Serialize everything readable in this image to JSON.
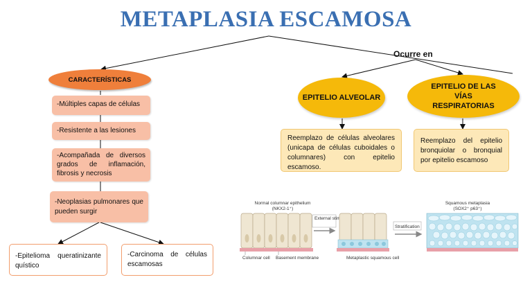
{
  "title": "METAPLASIA ESCAMOSA",
  "occurs_label": "Ocurre en",
  "characteristics": {
    "header": "CARACTERÍSTICAS",
    "items": [
      "-Múltiples capas de células",
      "-Resistente a las lesiones",
      "-Acompañada de diversos grados de inflamación, fibrosis y necrosis",
      "-Neoplasias pulmonares que pueden surgir"
    ],
    "neoplasms": [
      "-Epitelioma queratinizante quístico",
      "-Carcinoma de células escamosas"
    ]
  },
  "locations": [
    {
      "name": "EPITELIO ALVEOLAR",
      "description": "Reemplazo de células alveolares (unicapa de células cuboidales o columnares) con epitelio escamoso."
    },
    {
      "name": "EPITELIO DE LAS VÍAS RESPIRATORIAS",
      "description": "Reemplazo del epitelio bronquiolar o bronquial por epitelio escamoso"
    }
  ],
  "figure": {
    "normal_label": "Normal columnar epithelium",
    "normal_marker": "(NKX2-1⁺)",
    "external_stimuli": "External stimuli",
    "columnar_cell": "Columnar cell",
    "basement_membrane": "Basement membrane",
    "metaplastic_cell": "Metaplastic squamous cell",
    "stratification": "Stratification",
    "squamous_label": "Squamous metaplasia",
    "squamous_marker": "(SOX2⁺ p63⁺)"
  },
  "colors": {
    "title": "#3a6fb2",
    "characteristics_header": "#ef7f3b",
    "characteristic_box": "#f8bfa6",
    "location_ellipse": "#f5b90a",
    "location_box": "#fde8b8",
    "neoplasm_border": "#f29d6c",
    "basement_membrane": "#e8a0a8",
    "squamous_cells": "#bfe3f0"
  }
}
